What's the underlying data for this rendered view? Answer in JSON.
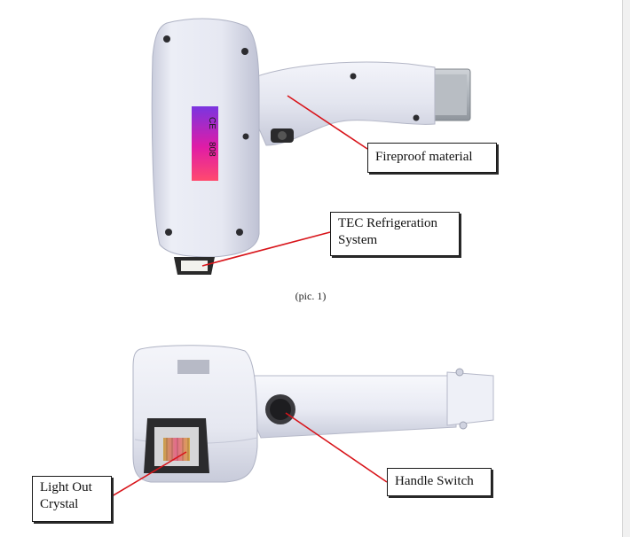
{
  "top_photo": {
    "device_marking_ce": "CE",
    "device_marking_model": "808"
  },
  "callouts": {
    "fireproof": "Fireproof material",
    "tec_line1": "TEC Refrigeration",
    "tec_line2": "System",
    "light_line1": "Light Out",
    "light_line2": "Crystal",
    "handle_switch": "Handle Switch"
  },
  "caption": "(pic. 1)",
  "colors": {
    "leader_line": "#d8141a",
    "device_body": "#e9ebf4",
    "label_gradient": [
      "#6d2fd8",
      "#e21aa4",
      "#ff3a6a"
    ]
  }
}
